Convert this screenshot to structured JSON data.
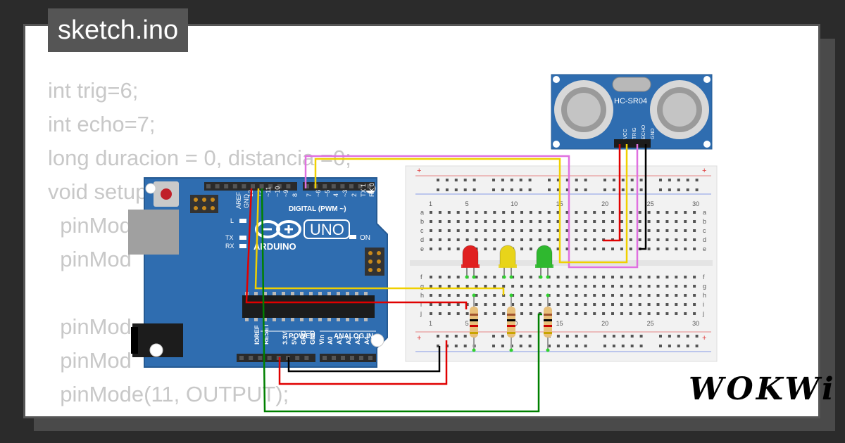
{
  "header": {
    "file_tab": "sketch.ino"
  },
  "code_lines": [
    "int trig=6;",
    "int echo=7;",
    "long duracion = 0, distancia =0;",
    "void setup",
    "  pinMode",
    "  pinMod",
    "",
    "  pinMod",
    "  pinMod",
    "  pinMode(11, OUTPUT);"
  ],
  "arduino": {
    "brand": "ARDUINO",
    "model": "UNO",
    "on_label": "ON",
    "digital_label": "DIGITAL (PWM ~)",
    "power_label": "POWER",
    "analog_label": "ANALOG IN",
    "l_label": "L",
    "tx_label": "TX",
    "rx_label": "RX",
    "aref_label": "AREF",
    "gnd_label": "GND",
    "top_pins": [
      "13",
      "12",
      "~11",
      "~10",
      "~9",
      "8",
      "7",
      "~6",
      "~5",
      "4",
      "~3",
      "2",
      "TX 1",
      "RX 0"
    ],
    "bottom_pins": [
      "IOREF",
      "RESET",
      "3.3V",
      "5V",
      "GND",
      "GND",
      "Vin",
      "A0",
      "A1",
      "A2",
      "A3",
      "A4",
      "A5"
    ]
  },
  "sensor": {
    "name": "HC-SR04",
    "pins": [
      "VCC",
      "TRIG",
      "ECHO",
      "GND"
    ]
  },
  "breadboard": {
    "column_numbers": [
      "1",
      "5",
      "10",
      "15",
      "20",
      "25",
      "30"
    ],
    "row_letters_top": [
      "a",
      "b",
      "c",
      "d",
      "e"
    ],
    "row_letters_bottom": [
      "f",
      "g",
      "h",
      "i",
      "j"
    ],
    "plus": "+",
    "minus": "−"
  },
  "leds": [
    {
      "color": "#e02020",
      "name": "red"
    },
    {
      "color": "#e8d41a",
      "name": "yellow"
    },
    {
      "color": "#2fb82f",
      "name": "green"
    }
  ],
  "wire_colors": {
    "pink": "#e070e0",
    "yellow": "#f0d000",
    "red": "#e00000",
    "black": "#000000",
    "green": "#008000"
  },
  "brand": "WOKWi"
}
